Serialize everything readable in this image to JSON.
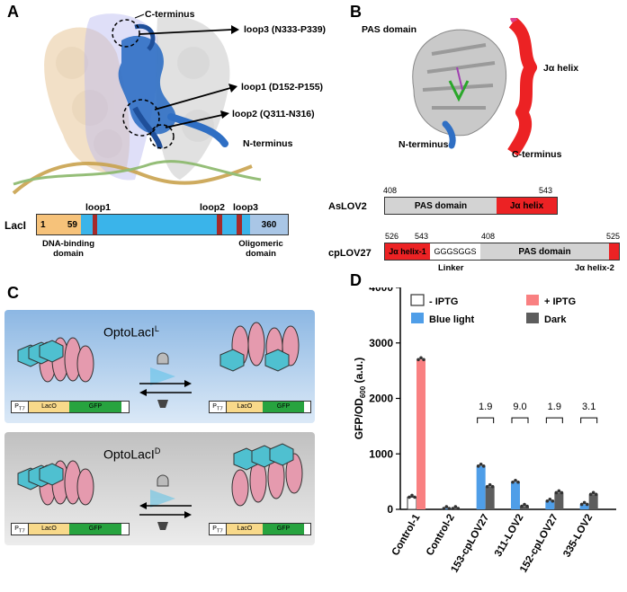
{
  "panels": {
    "a": "A",
    "b": "B",
    "c": "C",
    "d": "D"
  },
  "panel_a": {
    "labels": {
      "c_terminus": "C-terminus",
      "loop3": "loop3 (N333-P339)",
      "loop1": "loop1 (D152-P155)",
      "loop2": "loop2 (Q311-N316)",
      "n_terminus": "N-terminus"
    },
    "laci_bar": {
      "name": "LacI",
      "pos_1": "1",
      "pos_59": "59",
      "pos_360": "360",
      "loop1": "loop1",
      "loop2": "loop2",
      "loop3": "loop3",
      "dna_binding": "DNA-binding domain",
      "oligomeric": "Oligomeric domain"
    },
    "colors": {
      "dna_binding": "#f6c27a",
      "core": "#3ab4ea",
      "oligomeric": "#a9c6e6",
      "loop": "#a52a2a"
    }
  },
  "panel_b": {
    "labels": {
      "pas": "PAS domain",
      "ja": "Jα helix",
      "n_terminus": "N-terminus",
      "c_terminus": "C-terminus"
    },
    "aslov2": {
      "name": "AsLOV2",
      "start": "408",
      "end": "543",
      "pas": "PAS domain",
      "ja": "Jα helix"
    },
    "cplov27": {
      "name": "cpLOV27",
      "n526": "526",
      "n543": "543",
      "n408": "408",
      "n525": "525",
      "ja1": "Jα helix-1",
      "linker_seq": "GGGSGGS",
      "linker": "Linker",
      "pas": "PAS domain",
      "ja2": "Jα helix-2"
    },
    "colors": {
      "pas": "#d3d3d3",
      "ja": "#ec2224"
    }
  },
  "panel_c": {
    "opto_l": {
      "name": "OptoLacI",
      "sup": "L"
    },
    "opto_d": {
      "name": "OptoLacI",
      "sup": "D"
    },
    "promoter": "P",
    "promoter_sub": "T7",
    "laco": "LacO",
    "gfp": "GFP"
  },
  "chart_data": {
    "type": "bar",
    "ylabel_main": "GFP/OD",
    "ylabel_sub": "600",
    "ylabel_unit": " (a.u.)",
    "ylim": [
      0,
      4000
    ],
    "yticks": [
      0,
      1000,
      2000,
      3000,
      4000
    ],
    "categories": [
      "Control-1",
      "Control-2",
      "153-cpLOV27",
      "311-LOV2",
      "152-cpLOV27",
      "335-LOV2"
    ],
    "series": [
      {
        "name": "- IPTG",
        "color": "#ffffff",
        "values": [
          220,
          null,
          null,
          null,
          null,
          null
        ]
      },
      {
        "name": "+ IPTG",
        "color": "#f98081",
        "values": [
          2700,
          null,
          null,
          null,
          null,
          null
        ]
      },
      {
        "name": "Blue light",
        "color": "#4f9ee8",
        "values": [
          null,
          15,
          780,
          490,
          150,
          90
        ]
      },
      {
        "name": "Dark",
        "color": "#5d5d5d",
        "values": [
          null,
          15,
          410,
          55,
          300,
          270
        ]
      }
    ],
    "ratios": [
      "1.9",
      "9.0",
      "1.9",
      "3.1"
    ],
    "legend_position": "top"
  }
}
